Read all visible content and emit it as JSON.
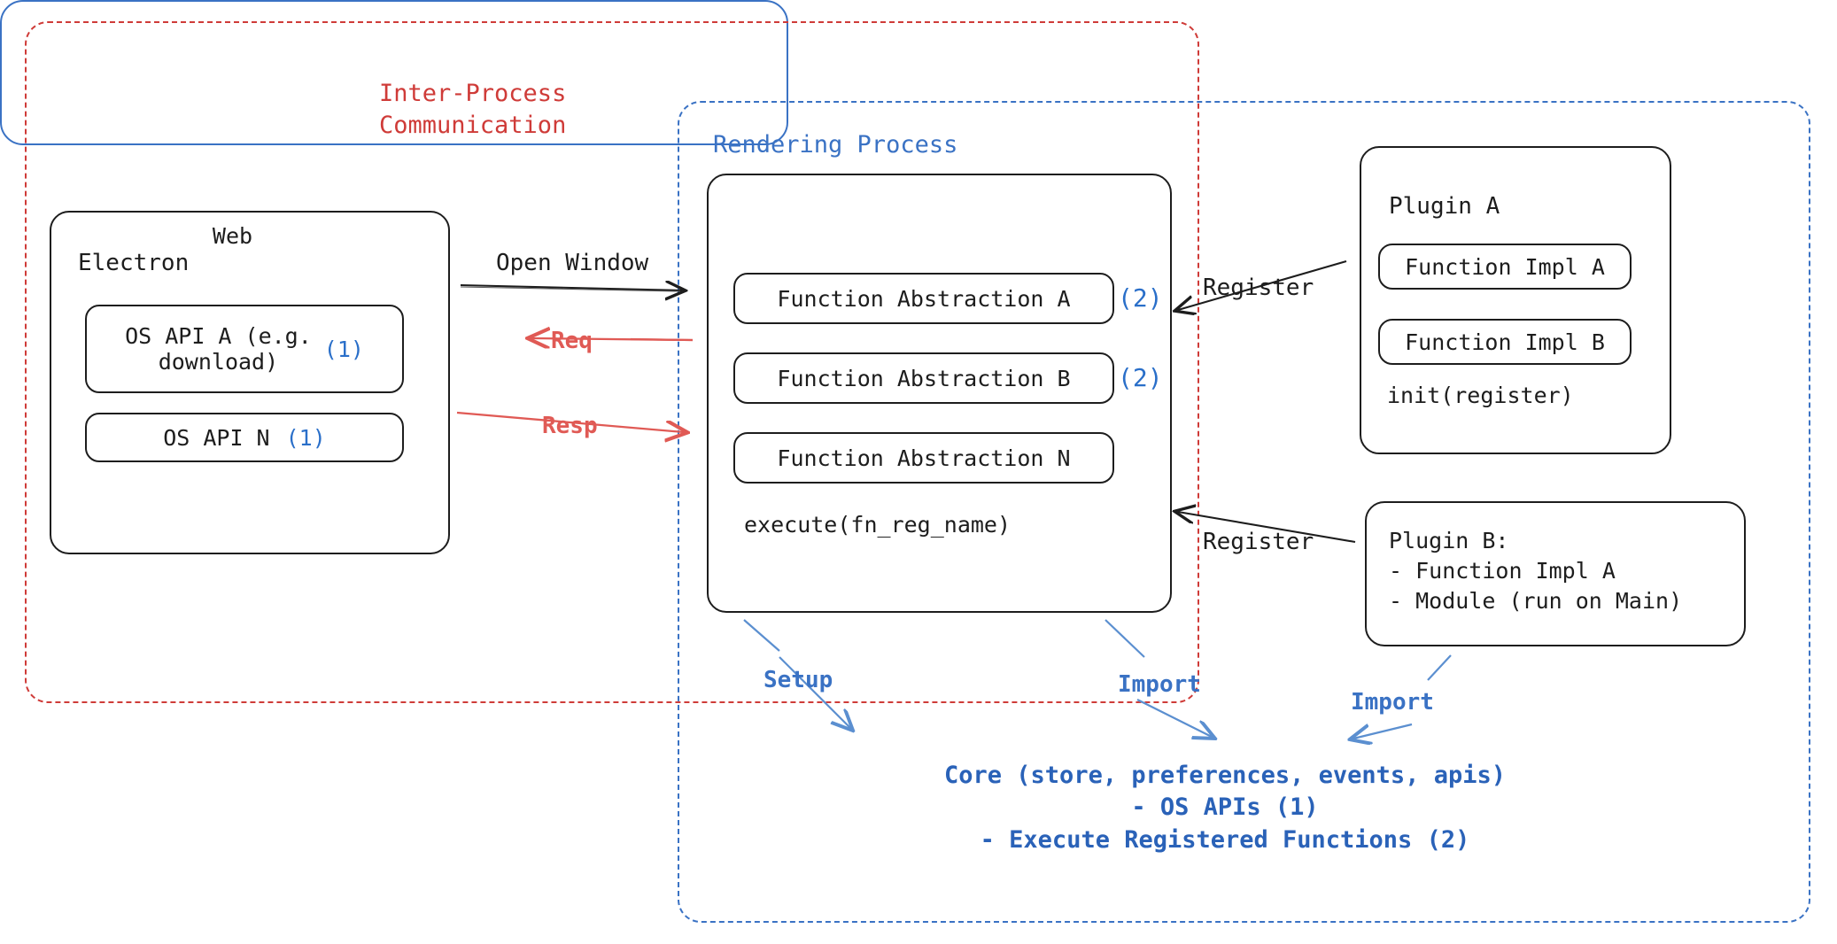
{
  "diagram": {
    "title": "Electron plugin architecture diagram",
    "colors": {
      "ipc_red": "#cf3b38",
      "arrow_red": "#e05a55",
      "render_blue": "#3a72c4",
      "core_blue": "#2a62b8",
      "ink_black": "#1d1d1d"
    }
  },
  "regions": {
    "ipc": {
      "label": "Inter-Process\nCommunication"
    },
    "rendering": {
      "label": "Rendering Process"
    }
  },
  "electron": {
    "title": "Electron",
    "items": [
      {
        "text": "OS API A (e.g.\ndownload)",
        "marker": "(1)"
      },
      {
        "text": "OS API N",
        "marker": "(1)"
      }
    ]
  },
  "web": {
    "title": "Web",
    "abstractions": [
      {
        "label": "Function Abstraction A",
        "marker": "(2)"
      },
      {
        "label": "Function Abstraction B",
        "marker": "(2)"
      },
      {
        "label": "Function Abstraction N",
        "marker": ""
      }
    ],
    "footer": "execute(fn_reg_name)"
  },
  "plugin_a": {
    "title": "Plugin A",
    "items": [
      "Function Impl A",
      "Function Impl B"
    ],
    "footer": "init(register)"
  },
  "plugin_b": {
    "lines": "Plugin B:\n- Function Impl A\n- Module (run on Main)"
  },
  "core": {
    "lines": "Core (store, preferences, events, apis)\n- OS APIs (1)\n- Execute Registered Functions (2)"
  },
  "edges": {
    "open_window": "Open Window",
    "req": "Req",
    "resp": "Resp",
    "register_plugin_a": "Register",
    "register_plugin_b": "Register",
    "setup": "Setup",
    "import_web": "Import",
    "import_plugin_b": "Import"
  }
}
